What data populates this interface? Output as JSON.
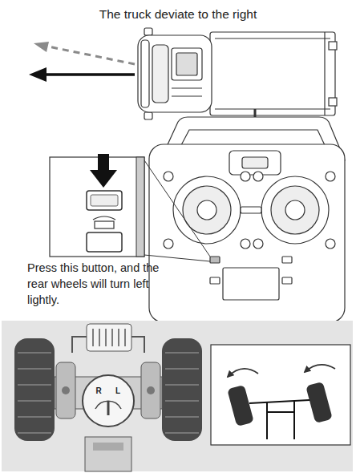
{
  "diagram": {
    "title": "The truck deviate to the right",
    "labels": [
      "Press this button, and the rear wheels will turn left lightly.",
      "R",
      "L"
    ]
  }
}
